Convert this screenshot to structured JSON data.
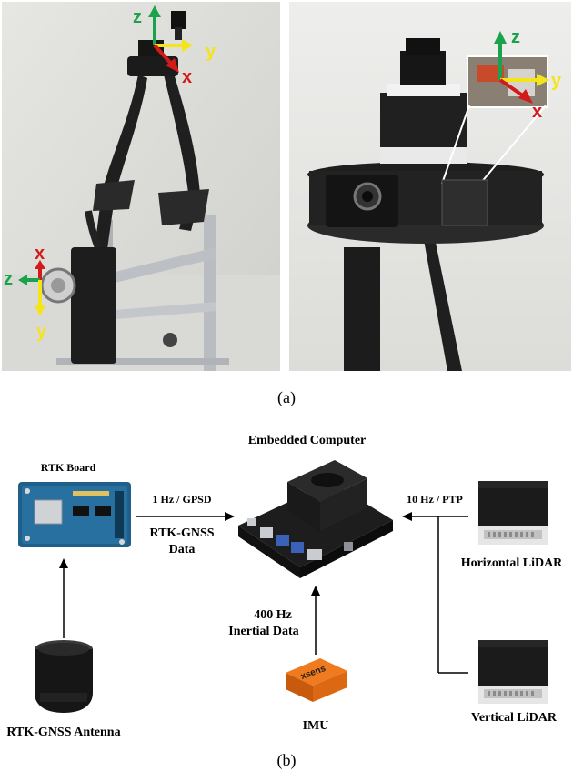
{
  "panel_a": {
    "caption": "(a)",
    "left_photo": {
      "axes_top": {
        "x": "x",
        "y": "y",
        "z": "z"
      },
      "axes_side": {
        "x": "x",
        "y": "y",
        "z": "z"
      }
    },
    "right_photo": {
      "axes": {
        "x": "x",
        "y": "y",
        "z": "z"
      }
    },
    "colors": {
      "x_axis": "#d21a1a",
      "y_axis": "#f3e51a",
      "z_axis": "#1aa34a"
    }
  },
  "panel_b": {
    "caption": "(b)",
    "components": {
      "embedded_computer": "Embedded Computer",
      "rtk_board": "RTK Board",
      "rtk_antenna": "RTK-GNSS Antenna",
      "imu": "IMU",
      "horizontal_lidar": "Horizontal LiDAR",
      "vertical_lidar": "Vertical LiDAR",
      "imu_brand": "xsens"
    },
    "links": {
      "rtk_rate": "1 Hz / GPSD",
      "rtk_data_1": "RTK-GNSS",
      "rtk_data_2": "Data",
      "lidar_rate": "10 Hz / PTP",
      "imu_rate": "400 Hz",
      "imu_data": "Inertial Data"
    }
  }
}
